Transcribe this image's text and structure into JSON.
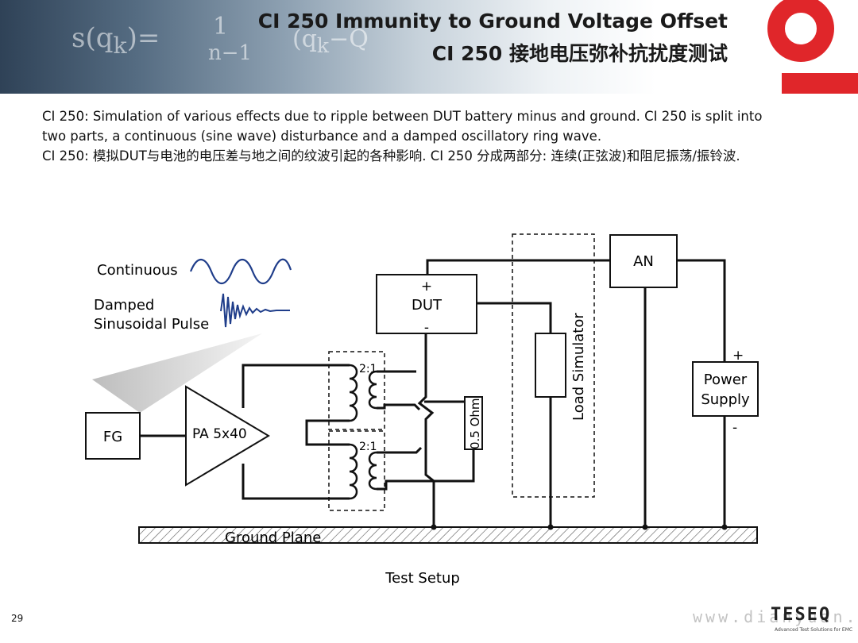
{
  "header": {
    "title_en": "CI 250 Immunity to Ground Voltage Offset",
    "title_cn": "CI 250 接地电压弥补抗扰度测试"
  },
  "description": {
    "en": "CI 250: Simulation of various effects due to ripple between DUT battery minus and ground. CI 250 is split into two parts, a continuous (sine wave) disturbance and a damped oscillatory ring wave.",
    "cn": "CI 250: 模拟DUT与电池的电压差与地之间的纹波引起的各种影响. CI 250 分成两部分: 连续(正弦波)和阻尼振荡/振铃波."
  },
  "diagram": {
    "continuous": "Continuous",
    "damped_line1": "Damped",
    "damped_line2": "Sinusoidal Pulse",
    "fg": "FG",
    "pa": "PA 5x40",
    "ratio_top": "2:1",
    "ratio_bottom": "2:1",
    "resistor": "0.5 Ohm",
    "dut": "DUT",
    "dut_plus": "+",
    "dut_minus": "-",
    "load_sim": "Load Simulator",
    "an": "AN",
    "ps_line1": "Power",
    "ps_line2": "Supply",
    "ps_plus": "+",
    "ps_minus": "-",
    "ground": "Ground Plane",
    "caption": "Test Setup"
  },
  "footer": {
    "page": "29",
    "brand": "TESEQ",
    "tagline": "Advanced Test Solutions for EMC",
    "watermark": "www.dianyuan.cn"
  },
  "colors": {
    "accent_red": "#e0262a",
    "waveform": "#1f3d8a"
  }
}
